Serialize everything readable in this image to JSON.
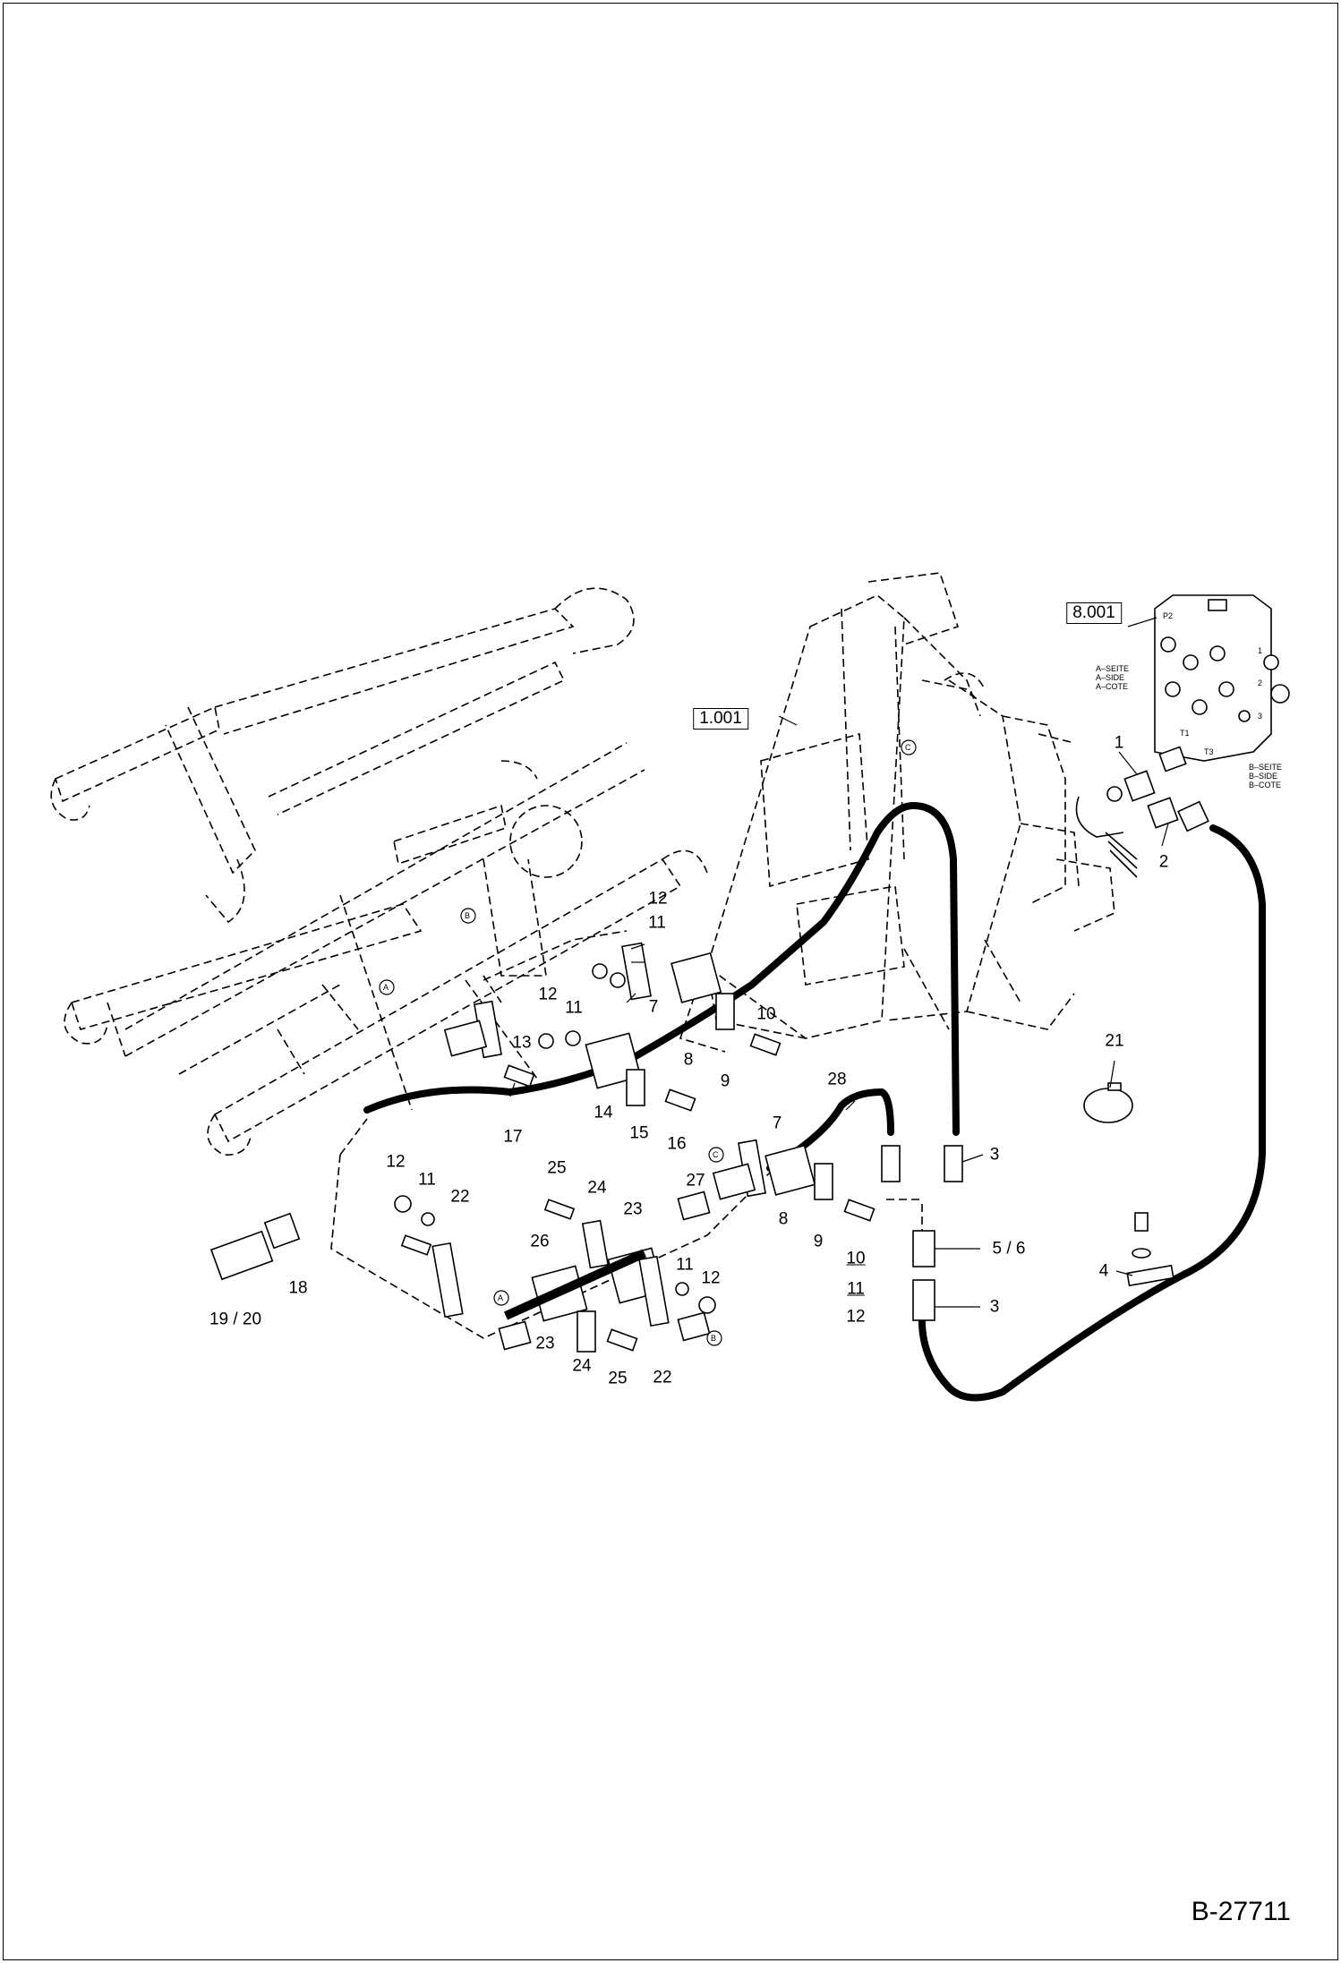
{
  "doc_number": "B-27711",
  "refs": [
    "8.001",
    "1.001"
  ],
  "side_a": [
    "A–SEITE",
    "A–SIDE",
    "A–COTE"
  ],
  "side_b": [
    "B–SEITE",
    "B–SIDE",
    "B–COTE"
  ],
  "port_labels": [
    "P2",
    "T1",
    "T3",
    "1",
    "2",
    "3"
  ],
  "markers": [
    "A",
    "B",
    "C"
  ],
  "callouts": [
    "1",
    "2",
    "3",
    "3",
    "3",
    "4",
    "5 / 6",
    "7",
    "7",
    "8",
    "8",
    "9",
    "9",
    "10",
    "10",
    "11",
    "11",
    "11",
    "11",
    "12",
    "12",
    "12",
    "12",
    "13",
    "14",
    "15",
    "16",
    "17",
    "18",
    "19 / 20",
    "21",
    "22",
    "22",
    "23",
    "23",
    "24",
    "24",
    "25",
    "25",
    "26",
    "27",
    "28"
  ],
  "colors": {
    "line": "#000000",
    "background": "#ffffff"
  }
}
